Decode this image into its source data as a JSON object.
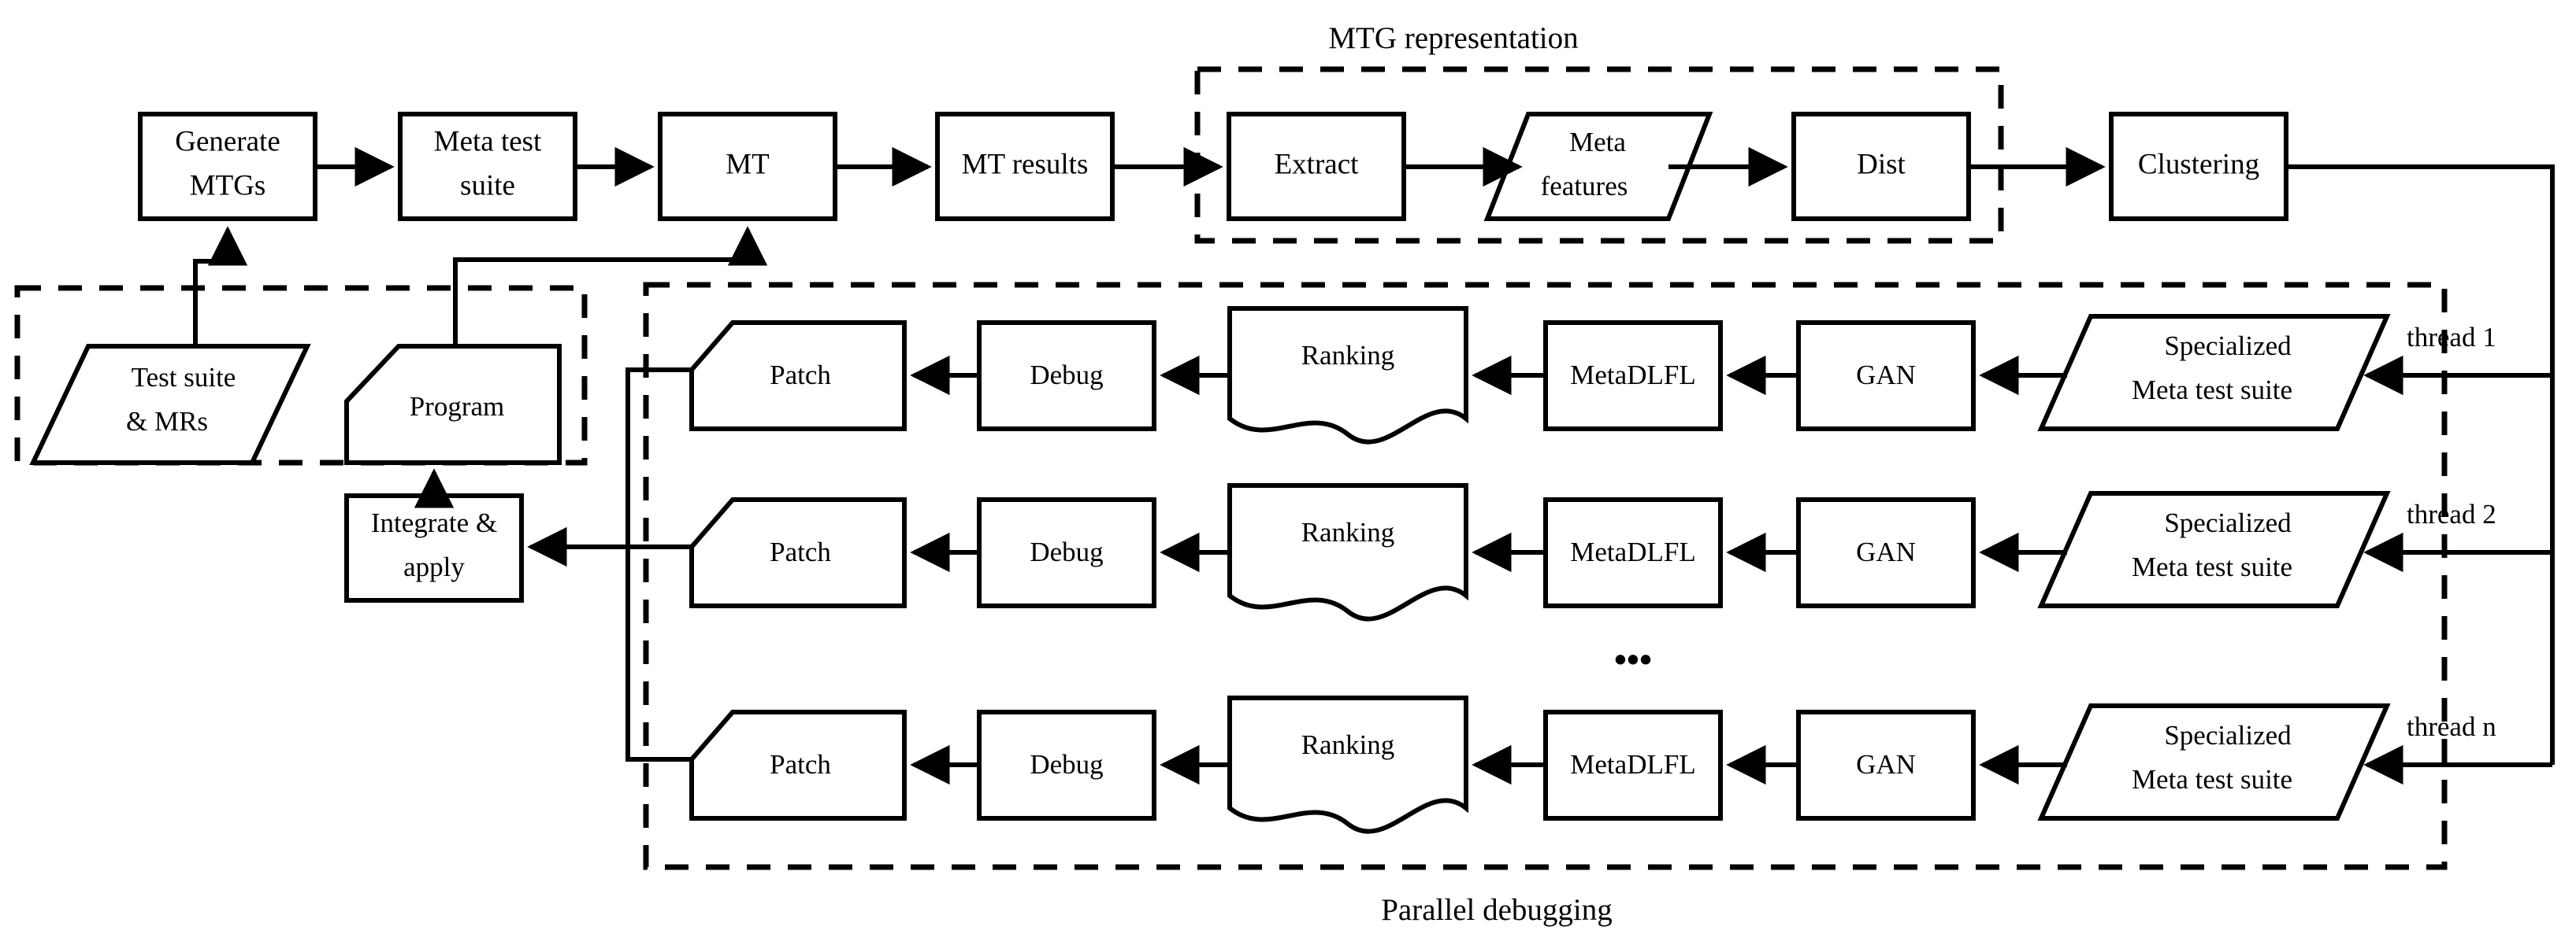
{
  "diagram": {
    "title_groups": {
      "mtg": "MTG representation",
      "parallel": "Parallel debugging"
    },
    "ellipsis": "•••",
    "top_row": [
      {
        "id": "generate-mtgs",
        "label_l1": "Generate",
        "label_l2": "MTGs",
        "shape": "rect"
      },
      {
        "id": "meta-test-suite",
        "label_l1": "Meta test",
        "label_l2": "suite",
        "shape": "rect"
      },
      {
        "id": "mt",
        "label_l1": "MT",
        "label_l2": "",
        "shape": "rect"
      },
      {
        "id": "mt-results",
        "label_l1": "MT results",
        "label_l2": "",
        "shape": "rect"
      },
      {
        "id": "extract",
        "label_l1": "Extract",
        "label_l2": "",
        "shape": "rect"
      },
      {
        "id": "meta-features",
        "label_l1": "Meta",
        "label_l2": "features",
        "shape": "parallelogram"
      },
      {
        "id": "dist",
        "label_l1": "Dist",
        "label_l2": "",
        "shape": "rect"
      },
      {
        "id": "clustering",
        "label_l1": "Clustering",
        "label_l2": "",
        "shape": "rect"
      }
    ],
    "inputs_group": [
      {
        "id": "test-suite-mrs",
        "label_l1": "Test suite",
        "label_l2": "& MRs",
        "shape": "parallelogram"
      },
      {
        "id": "program",
        "label_l1": "Program",
        "label_l2": "",
        "shape": "cut-corner"
      }
    ],
    "integrate": {
      "id": "integrate-apply",
      "label_l1": "Integrate &",
      "label_l2": "apply",
      "shape": "rect"
    },
    "thread_labels": [
      "thread 1",
      "thread 2",
      "thread n"
    ],
    "pipeline_stage_labels": {
      "patch": "Patch",
      "debug": "Debug",
      "ranking": "Ranking",
      "metadlfl": "MetaDLFL",
      "gan": "GAN",
      "specialized_l1": "Specialized",
      "specialized_l2": "Meta test suite"
    },
    "threads": [
      {
        "thread": "thread 1",
        "stages": [
          "Patch",
          "Debug",
          "Ranking",
          "MetaDLFL",
          "GAN",
          "Specialized Meta test suite"
        ]
      },
      {
        "thread": "thread 2",
        "stages": [
          "Patch",
          "Debug",
          "Ranking",
          "MetaDLFL",
          "GAN",
          "Specialized Meta test suite"
        ]
      },
      {
        "thread": "thread n",
        "stages": [
          "Patch",
          "Debug",
          "Ranking",
          "MetaDLFL",
          "GAN",
          "Specialized Meta test suite"
        ]
      }
    ],
    "colors": {
      "stroke": "#000000",
      "fill": "#ffffff",
      "background": "#ffffff"
    }
  }
}
